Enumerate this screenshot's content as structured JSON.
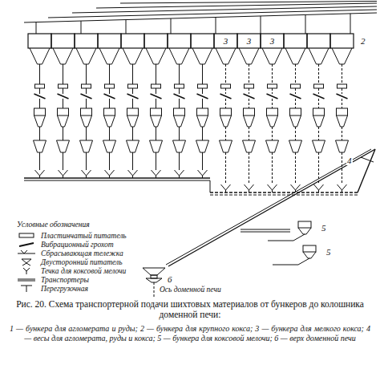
{
  "diagram": {
    "caption": "Рис. 20. Схема транспортерной подачи шихтовых материалов от бункеров до колошника доменной печи:",
    "labels": [
      "2",
      "3",
      "3",
      "3",
      "4",
      "Условные обозначения",
      "5",
      "5",
      "6",
      "Ось доменной печи",
      "1 — бункера для агломерата и руды; 2 — бункера для крупного кокса; 3 — бункера для мелкого кокса; 4 — весы для агломерата, руды и кокса; 5 — бункера для коксовой мелочи; 6 — верх доменной печи"
    ],
    "legend": [
      {
        "text": "Пластинчатый питатель"
      },
      {
        "text": "Вибрационный грохот"
      },
      {
        "text": "Сбрасывающая тележка"
      },
      {
        "text": "Двусторонний питатель"
      },
      {
        "text": "Течка для коксовой мелочи"
      },
      {
        "text": "Транспортеры"
      },
      {
        "text": "Перегрузочная"
      }
    ]
  }
}
